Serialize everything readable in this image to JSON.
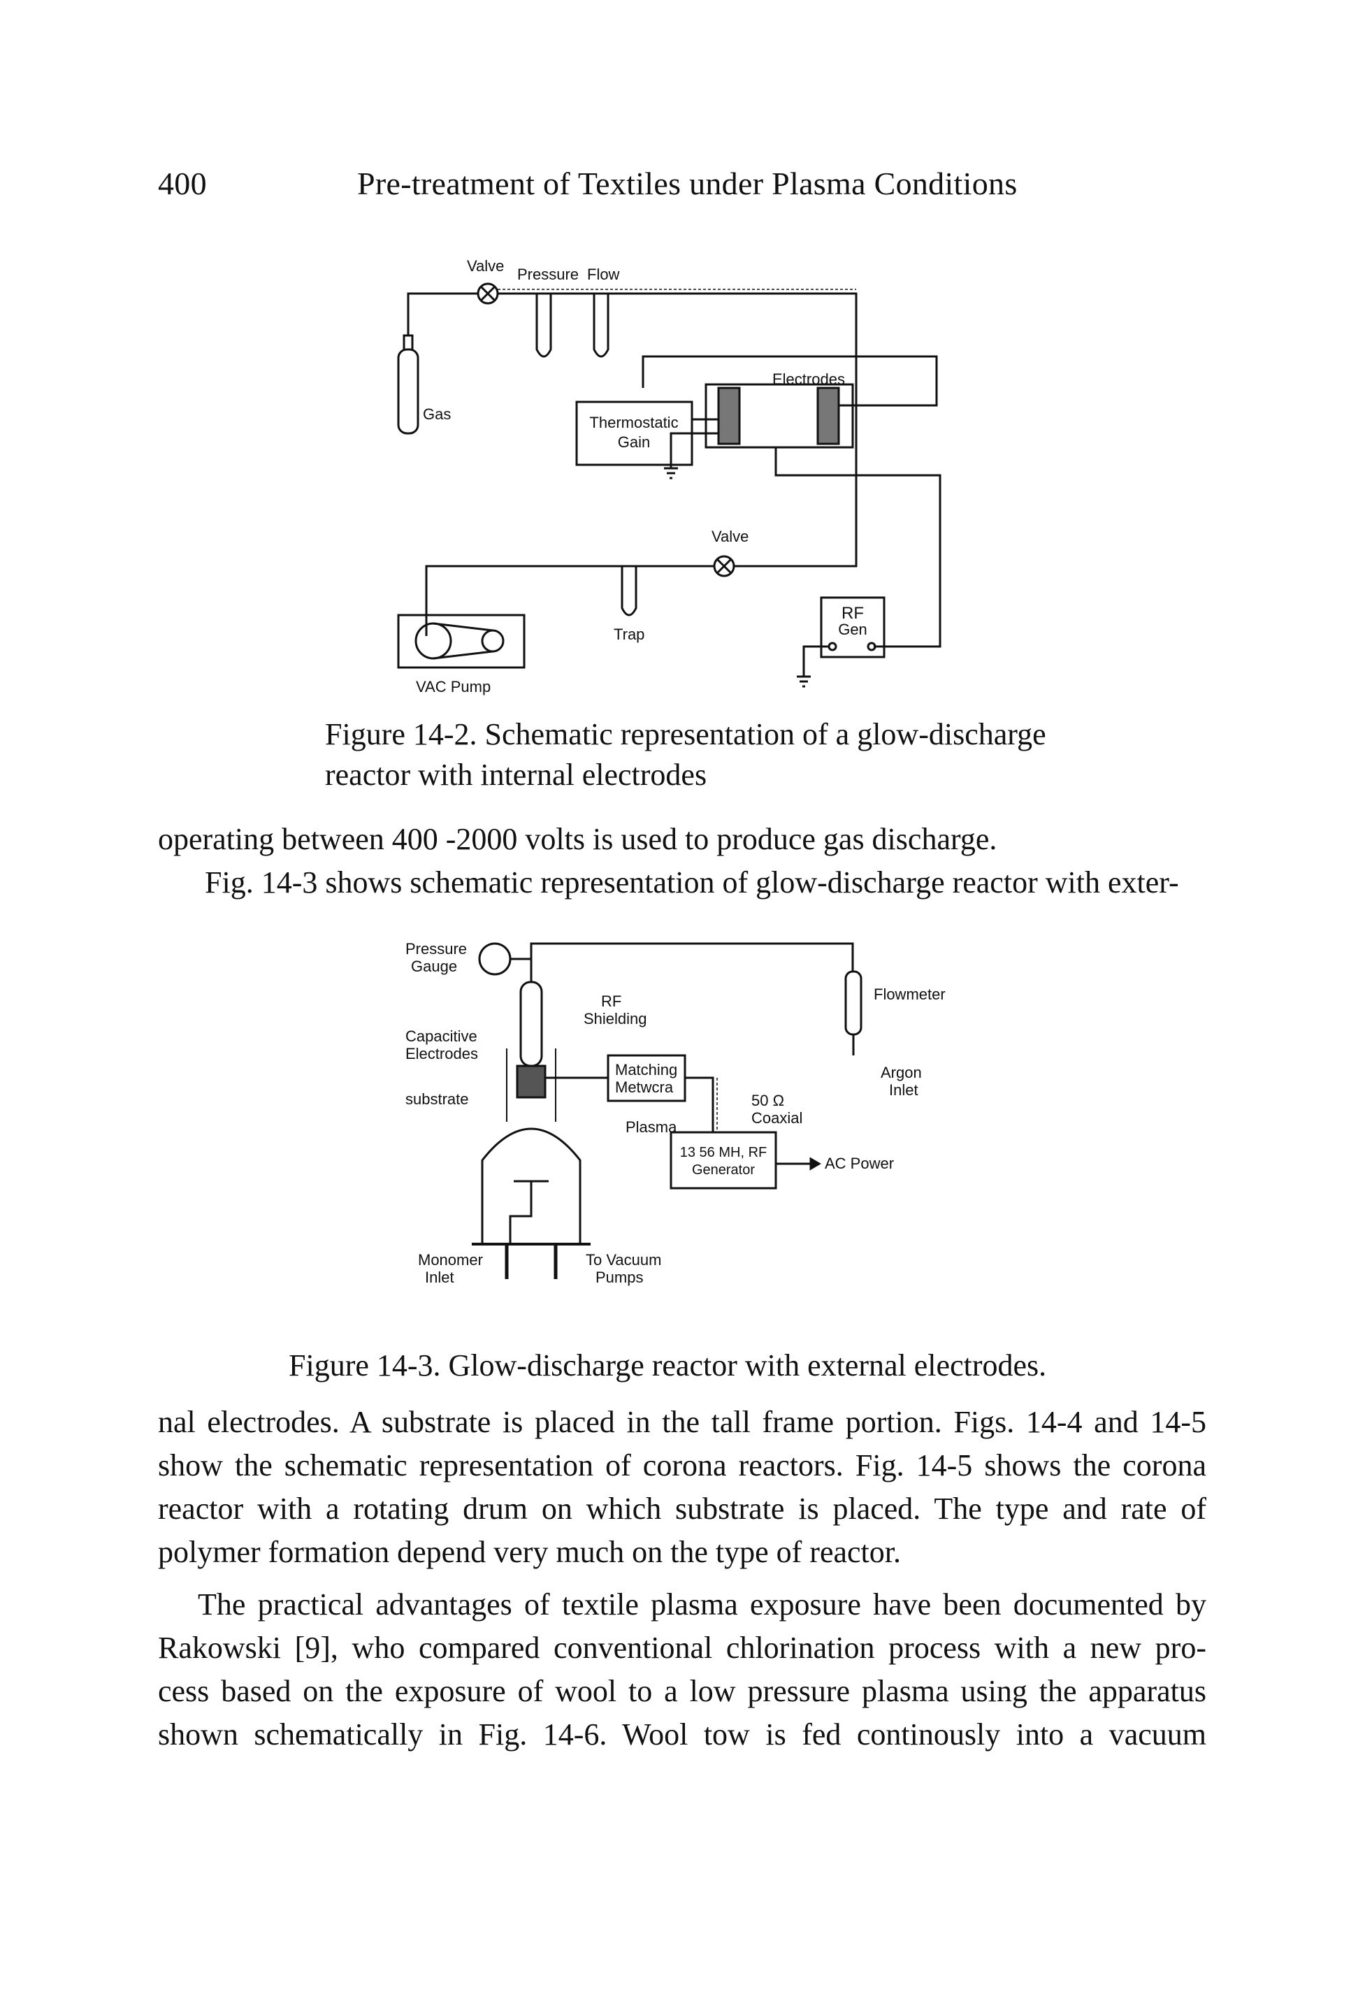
{
  "header": {
    "page_number": "400",
    "running_title": "Pre-treatment of Textiles under Plasma Conditions"
  },
  "figure1": {
    "labels": {
      "valve_top": "Valve",
      "pressure": "Pressure",
      "flow": "Flow",
      "gas": "Gas",
      "electrodes": "Electrodes",
      "thermostatic": "Thermostatic",
      "gain": "Gain",
      "valve_mid": "Valve",
      "trap": "Trap",
      "rf": "RF",
      "gen": "Gen",
      "vac_pump": "VAC Pump"
    },
    "caption_line1": "Figure 14-2. Schematic representation of a glow-discharge",
    "caption_line2": "reactor with internal electrodes"
  },
  "text1": {
    "line1": "operating between 400 -2000 volts is used to produce gas discharge.",
    "line2": "Fig. 14-3 shows schematic representation of glow-discharge reactor with exter-"
  },
  "figure2": {
    "labels": {
      "pressure_gauge_1": "Pressure",
      "pressure_gauge_2": "Gauge",
      "rf_shielding_1": "RF",
      "rf_shielding_2": "Shielding",
      "flowmeter": "Flowmeter",
      "capacitive_1": "Capacitive",
      "capacitive_2": "Electrodes",
      "matching_1": "Matching",
      "matching_2": "Metwcra",
      "argon_1": "Argon",
      "argon_2": "Inlet",
      "substrate": "substrate",
      "coax_1": "50 Ω",
      "coax_2": "Coaxial",
      "plasma": "Plasma",
      "generator_1": "13 56 MH, RF",
      "generator_2": "Generator",
      "ac_power": "AC Power",
      "monomer_1": "Monomer",
      "monomer_2": "Inlet",
      "vacuum_1": "To Vacuum",
      "vacuum_2": "Pumps"
    },
    "caption": "Figure 14-3. Glow-discharge reactor with external electrodes."
  },
  "text2": {
    "p1_l1": "nal electrodes. A substrate is placed in the tall frame portion. Figs. 14-4 and 14-5",
    "p1_l2": "show the schematic representation of corona reactors. Fig. 14-5 shows the corona",
    "p1_l3": "reactor with a rotating drum on which substrate is placed. The type and rate of",
    "p1_l4": "polymer formation depend very much on the type of reactor.",
    "p2_l1": "The practical advantages of textile plasma exposure have been documented by",
    "p2_l2": "Rakowski [9], who compared conventional chlorination process with a new pro-",
    "p2_l3": "cess based on the exposure of wool to a low pressure plasma using the apparatus",
    "p2_l4": "shown schematically in Fig. 14-6. Wool tow is fed continously into a vacuum"
  }
}
